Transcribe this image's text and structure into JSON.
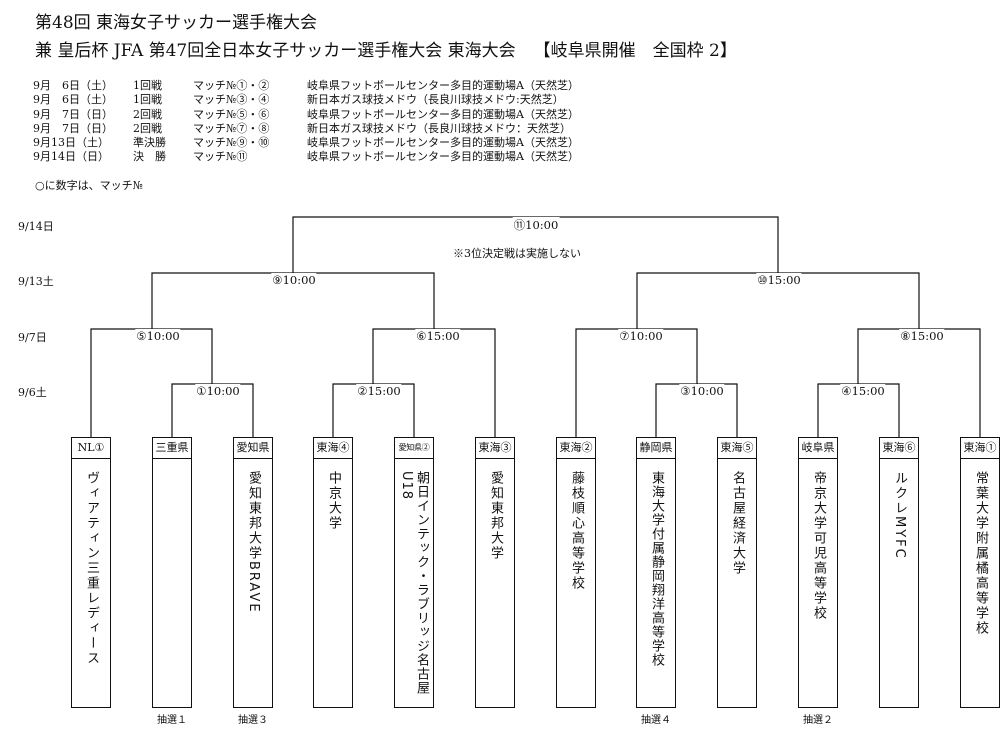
{
  "title": {
    "line1": "第48回 東海女子サッカー選手権大会",
    "line2": "兼 皇后杯 JFA 第47回全日本女子サッカー選手権大会 東海大会",
    "line2_right": "【岐阜県開催　全国枠 2】"
  },
  "schedule": [
    {
      "date": "9月　6日（土）",
      "round": "1回戦",
      "match": "マッチ№①・②",
      "venue": "岐阜県フットボールセンター多目的運動場A（天然芝）"
    },
    {
      "date": "9月　6日（土）",
      "round": "1回戦",
      "match": "マッチ№③・④",
      "venue": "新日本ガス球技メドウ（長良川球技メドウ:天然芝）"
    },
    {
      "date": "9月　7日（日）",
      "round": "2回戦",
      "match": "マッチ№⑤・⑥",
      "venue": "岐阜県フットボールセンター多目的運動場A（天然芝）"
    },
    {
      "date": "9月　7日（日）",
      "round": "2回戦",
      "match": "マッチ№⑦・⑧",
      "venue": "新日本ガス球技メドウ（長良川球技メドウ：天然芝）"
    },
    {
      "date": "9月13日（土）",
      "round": "準決勝",
      "match": "マッチ№⑨・⑩",
      "venue": "岐阜県フットボールセンター多目的運動場A（天然芝）"
    },
    {
      "date": "9月14日（日）",
      "round": "決　勝",
      "match": "マッチ№⑪",
      "venue": "岐阜県フットボールセンター多目的運動場A（天然芝）"
    }
  ],
  "note": "○に数字は、マッチ№",
  "round_dates": {
    "d1": "9/14日",
    "d2": "9/13土",
    "d3": "9/7日",
    "d4": "9/6土"
  },
  "matches": {
    "m1": "①10:00",
    "m2": "②15:00",
    "m3": "③10:00",
    "m4": "④15:00",
    "m5": "⑤10:00",
    "m6": "⑥15:00",
    "m7": "⑦10:00",
    "m8": "⑧15:00",
    "m9": "⑨10:00",
    "m10": "⑩15:00",
    "m11": "⑪10:00"
  },
  "third_place_note": "※3位決定戦は実施しない",
  "teams": [
    {
      "seed": "NL①",
      "name": "ヴィアティン三重レディース"
    },
    {
      "seed": "三重県",
      "name": ""
    },
    {
      "seed": "愛知県",
      "name": "愛知東邦大学BRAVE"
    },
    {
      "seed": "東海④",
      "name": "中京大学"
    },
    {
      "seed": "愛知県②",
      "name": "朝日インテック・ラブリッジ名古屋U18"
    },
    {
      "seed": "東海③",
      "name": "愛知東邦大学"
    },
    {
      "seed": "東海②",
      "name": "藤枝順心高等学校"
    },
    {
      "seed": "静岡県",
      "name": "東海大学付属静岡翔洋高等学校"
    },
    {
      "seed": "東海⑤",
      "name": "名古屋経済大学"
    },
    {
      "seed": "岐阜県",
      "name": "帝京大学可児高等学校"
    },
    {
      "seed": "東海⑥",
      "name": "ルクレMYFC"
    },
    {
      "seed": "東海①",
      "name": "常葉大学附属橘高等学校"
    }
  ],
  "draws": {
    "d1": "抽選１",
    "d3": "抽選３",
    "d8": "抽選４",
    "d10": "抽選２"
  }
}
